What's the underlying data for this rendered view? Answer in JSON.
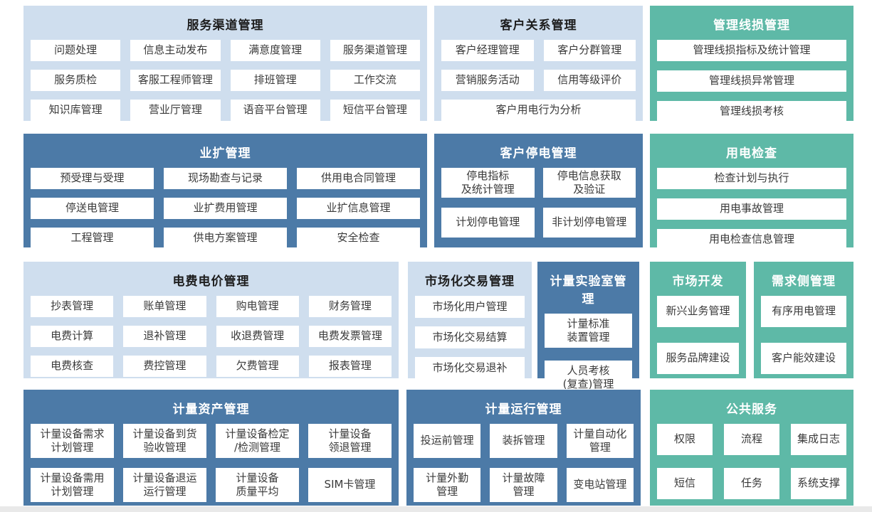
{
  "diagram": {
    "description_language": "zh-CN",
    "colors": {
      "light_blue_panel": "#cfdeee",
      "dark_blue_panel": "#4c7aa7",
      "teal_panel": "#5eb9a7",
      "item_background": "#ffffff",
      "item_text": "#3a3a3a",
      "title_on_light": "#1d1d1d",
      "title_on_dark": "#ffffff",
      "bottom_strip": "#e9e9e9"
    }
  },
  "panels": [
    {
      "title": "服务渠道管理",
      "theme": "light",
      "items": [
        {
          "label": "问题处理"
        },
        {
          "label": "信息主动发布"
        },
        {
          "label": "满意度管理"
        },
        {
          "label": "服务渠道管理"
        },
        {
          "label": "服务质检"
        },
        {
          "label": "客服工程师管理"
        },
        {
          "label": "排班管理"
        },
        {
          "label": "工作交流"
        },
        {
          "label": "知识库管理"
        },
        {
          "label": "营业厅管理"
        },
        {
          "label": "语音平台管理"
        },
        {
          "label": "短信平台管理"
        }
      ]
    },
    {
      "title": "客户关系管理",
      "theme": "light",
      "items": [
        {
          "label": "客户经理管理"
        },
        {
          "label": "客户分群管理"
        },
        {
          "label": "营销服务活动"
        },
        {
          "label": "信用等级评价"
        },
        {
          "label": "客户用电行为分析",
          "span": 2
        }
      ]
    },
    {
      "title": "管理线损管理",
      "theme": "teal",
      "items": [
        {
          "label": "管理线损指标及统计管理"
        },
        {
          "label": "管理线损异常管理"
        },
        {
          "label": "管理线损考核"
        }
      ]
    },
    {
      "title": "业扩管理",
      "theme": "dark",
      "items": [
        {
          "label": "预受理与受理"
        },
        {
          "label": "现场勘查与记录"
        },
        {
          "label": "供用电合同管理"
        },
        {
          "label": "停送电管理"
        },
        {
          "label": "业扩费用管理"
        },
        {
          "label": "业扩信息管理"
        },
        {
          "label": "工程管理"
        },
        {
          "label": "供电方案管理"
        },
        {
          "label": "安全检查"
        }
      ]
    },
    {
      "title": "客户停电管理",
      "theme": "dark",
      "items": [
        {
          "label": "停电指标\n及统计管理"
        },
        {
          "label": "停电信息获取\n及验证"
        },
        {
          "label": "计划停电管理"
        },
        {
          "label": "非计划停电管理"
        }
      ]
    },
    {
      "title": "用电检查",
      "theme": "teal",
      "items": [
        {
          "label": "检查计划与执行"
        },
        {
          "label": "用电事故管理"
        },
        {
          "label": "用电检查信息管理"
        }
      ]
    },
    {
      "title": "电费电价管理",
      "theme": "light",
      "items": [
        {
          "label": "抄表管理"
        },
        {
          "label": "账单管理"
        },
        {
          "label": "购电管理"
        },
        {
          "label": "财务管理"
        },
        {
          "label": "电费计算"
        },
        {
          "label": "退补管理"
        },
        {
          "label": "收退费管理"
        },
        {
          "label": "电费发票管理"
        },
        {
          "label": "电费核查"
        },
        {
          "label": "费控管理"
        },
        {
          "label": "欠费管理"
        },
        {
          "label": "报表管理"
        }
      ]
    },
    {
      "title": "市场化交易管理",
      "theme": "light",
      "items": [
        {
          "label": "市场化用户管理"
        },
        {
          "label": "市场化交易结算"
        },
        {
          "label": "市场化交易退补"
        }
      ]
    },
    {
      "title": "计量实验室管理",
      "theme": "dark",
      "items": [
        {
          "label": "计量标准\n装置管理"
        },
        {
          "label": "人员考核\n(复查)管理"
        }
      ]
    },
    {
      "title": "市场开发",
      "theme": "teal",
      "items": [
        {
          "label": "新兴业务管理"
        },
        {
          "label": "服务品牌建设"
        }
      ]
    },
    {
      "title": "需求侧管理",
      "theme": "teal",
      "items": [
        {
          "label": "有序用电管理"
        },
        {
          "label": "客户能效建设"
        }
      ]
    },
    {
      "title": "计量资产管理",
      "theme": "dark",
      "items": [
        {
          "label": "计量设备需求\n计划管理"
        },
        {
          "label": "计量设备到货\n验收管理"
        },
        {
          "label": "计量设备检定\n/检测管理"
        },
        {
          "label": "计量设备\n领退管理"
        },
        {
          "label": "计量设备需用\n计划管理"
        },
        {
          "label": "计量设备退运\n运行管理"
        },
        {
          "label": "计量设备\n质量平均"
        },
        {
          "label": "SIM卡管理"
        }
      ]
    },
    {
      "title": "计量运行管理",
      "theme": "dark",
      "items": [
        {
          "label": "投运前管理"
        },
        {
          "label": "装拆管理"
        },
        {
          "label": "计量自动化\n管理"
        },
        {
          "label": "计量外勤\n管理"
        },
        {
          "label": "计量故障\n管理"
        },
        {
          "label": "变电站管理"
        }
      ]
    },
    {
      "title": "公共服务",
      "theme": "teal",
      "items": [
        {
          "label": "权限"
        },
        {
          "label": "流程"
        },
        {
          "label": "集成日志"
        },
        {
          "label": "短信"
        },
        {
          "label": "任务"
        },
        {
          "label": "系统支撑"
        }
      ]
    }
  ]
}
